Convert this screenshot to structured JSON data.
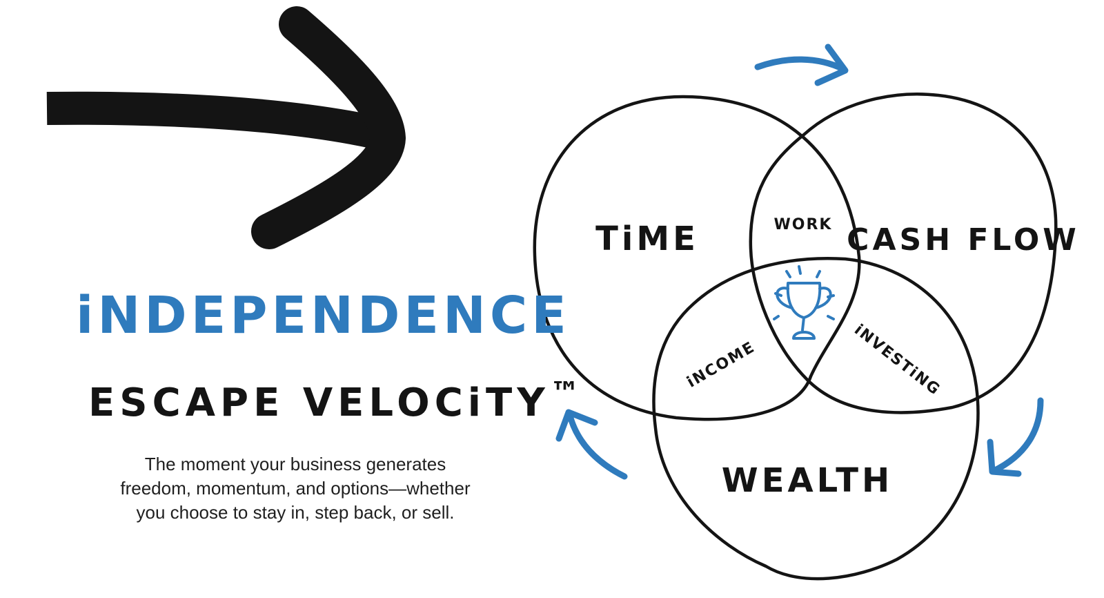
{
  "heading": {
    "title": "iNDEPENDENCE",
    "subtitle": "ESCAPE VELOCiTY",
    "trademark": "™"
  },
  "description": {
    "lines": [
      "The moment your business generates",
      "freedom, momentum, and options—whether",
      "you choose to stay in, step back, or sell."
    ]
  },
  "venn": {
    "circles": [
      {
        "id": "time",
        "label": "TiME"
      },
      {
        "id": "cash-flow",
        "label": "CASH FLOW"
      },
      {
        "id": "wealth",
        "label": "WEALTH"
      }
    ],
    "overlaps": {
      "time_cash_flow": "WORK",
      "time_wealth": "iNCOME",
      "cash_flow_wealth": "iNVESTiNG",
      "center_icon": "trophy-icon"
    }
  },
  "icons": {
    "big_arrow": "arrow-right-icon",
    "cycle_arrows": [
      "curved-arrow-top-icon",
      "curved-arrow-right-icon",
      "curved-arrow-left-icon"
    ]
  },
  "colors": {
    "accent_blue": "#2f7bbd",
    "ink_black": "#141414"
  }
}
